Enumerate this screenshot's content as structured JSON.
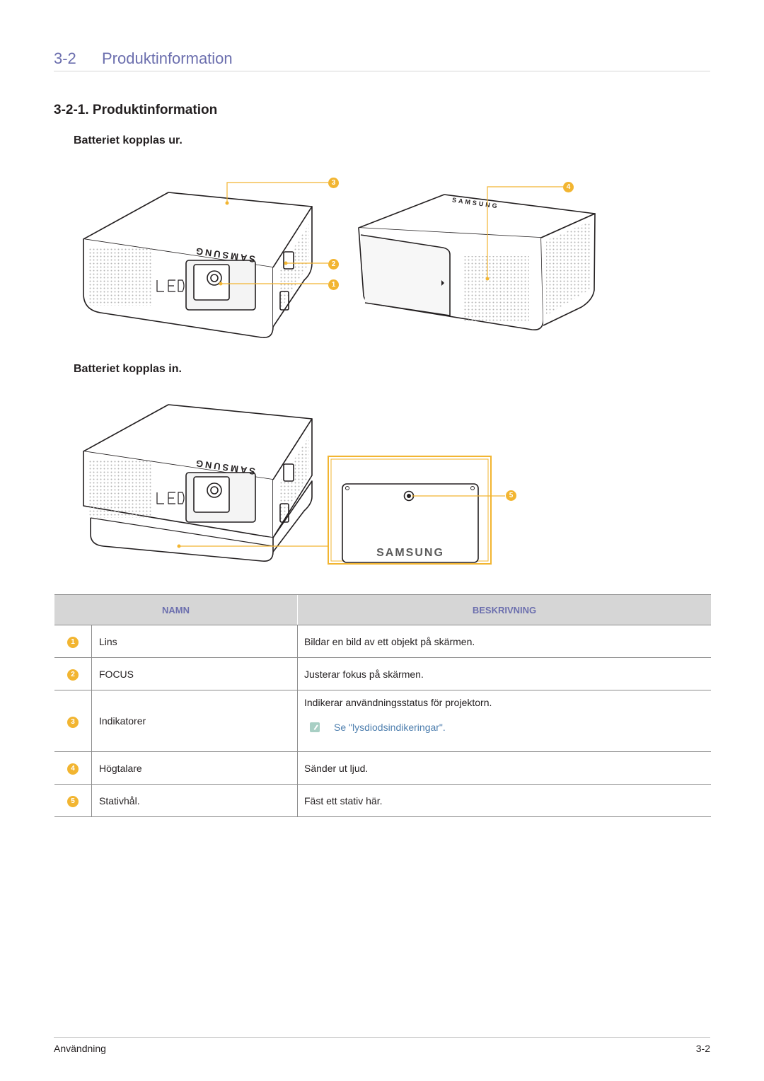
{
  "chapter": {
    "number": "3-2",
    "title": "Produktinformation"
  },
  "section": {
    "title": "3-2-1. Produktinformation"
  },
  "subsections": {
    "battery_out": "Batteriet kopplas ur.",
    "battery_in": "Batteriet kopplas in."
  },
  "illustration": {
    "brand": "SAMSUNG",
    "led_mark": "LED",
    "accent_color": "#f2b531",
    "callouts": [
      "1",
      "2",
      "3",
      "4",
      "5"
    ]
  },
  "table": {
    "headers": [
      "NAMN",
      "BESKRIVNING"
    ],
    "rows": [
      {
        "num": "1",
        "name": "Lins",
        "desc": "Bildar en bild av ett objekt på skärmen."
      },
      {
        "num": "2",
        "name": "FOCUS",
        "desc": "Justerar fokus på skärmen."
      },
      {
        "num": "3",
        "name": "Indikatorer",
        "desc": "Indikerar användningsstatus för projektorn.",
        "note": "Se \"lysdiodsindikeringar\"."
      },
      {
        "num": "4",
        "name": "Högtalare",
        "desc": "Sänder ut ljud."
      },
      {
        "num": "5",
        "name": "Stativhål.",
        "desc": "Fäst ett stativ här."
      }
    ]
  },
  "footer": {
    "left": "Användning",
    "right": "3-2"
  },
  "colors": {
    "heading": "#6c6fae",
    "callout": "#f2b531",
    "link": "#4d7eae"
  }
}
